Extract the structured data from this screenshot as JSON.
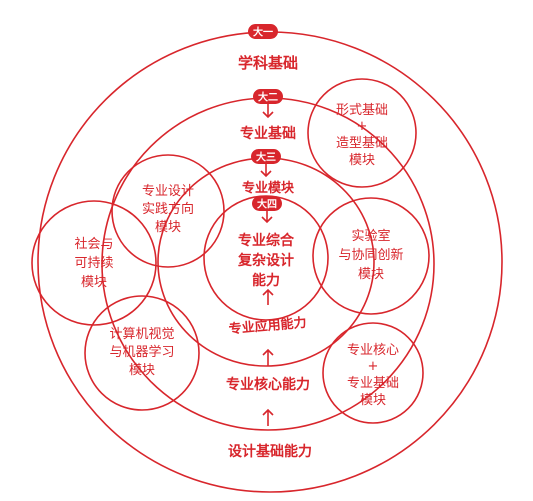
{
  "colors": {
    "accent": "#d8262c",
    "background": "#ffffff"
  },
  "years": {
    "y1": "大一",
    "y2": "大二",
    "y3": "大三",
    "y4": "大四"
  },
  "levels": {
    "discipline_foundation": "学科基础",
    "major_foundation": "专业基础",
    "major_module": "专业模块",
    "comprehensive": [
      "专业综合",
      "复杂设计",
      "能力"
    ],
    "applied_ability": "专业应用能力",
    "core_ability": "专业核心能力",
    "design_foundation_ability": "设计基础能力"
  },
  "modules": {
    "form_foundation": [
      "形式基础",
      "+",
      "造型基础",
      "模块"
    ],
    "practice_direction": [
      "专业设计",
      "实践方向",
      "模块"
    ],
    "social": [
      "社会与",
      "可持续",
      "模块"
    ],
    "lab": [
      "实验室",
      "与协同创新",
      "模块"
    ],
    "computer_vision": [
      "计算机视觉",
      "与机器学习",
      "模块"
    ],
    "core_foundation": [
      "专业核心",
      "+",
      "专业基础",
      "模块"
    ]
  }
}
